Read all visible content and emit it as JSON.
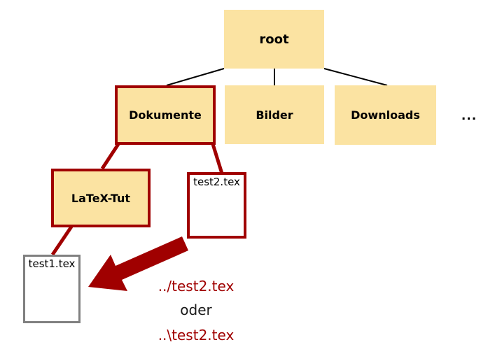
{
  "diagram": {
    "nodes": {
      "root": "root",
      "dokumente": "Dokumente",
      "bilder": "Bilder",
      "downloads": "Downloads",
      "more": "...",
      "latex_tut": "LaTeX-Tut",
      "test2": "test2.tex",
      "test1": "test1.tex"
    },
    "annotation": {
      "path_forward": "../test2.tex",
      "conjunction": "oder",
      "path_backslash": "..\\test2.tex"
    },
    "colors": {
      "folder_fill": "#FBE3A2",
      "highlight_red": "#A00000",
      "file_border_gray": "#808080",
      "edge_black": "#000000"
    }
  }
}
